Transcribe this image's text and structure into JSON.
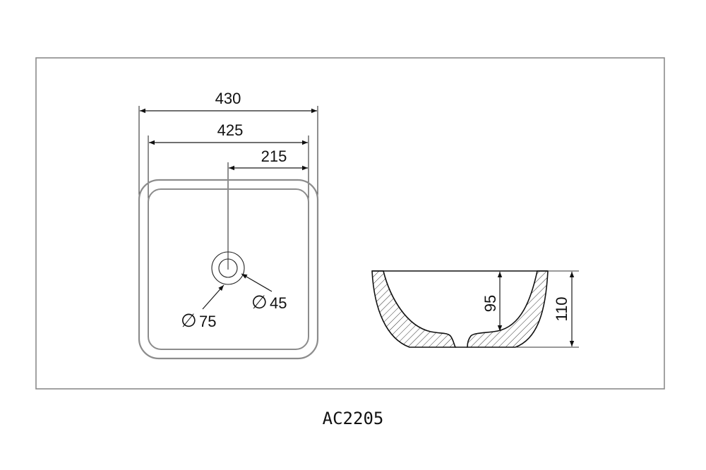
{
  "drawing": {
    "model_code": "AC2205",
    "top_view": {
      "dimensions": {
        "overall_width": "430",
        "inner_width": "425",
        "drain_offset": "215"
      },
      "drain": {
        "outer_diameter_label": "Ø75",
        "inner_diameter_label": "Ø45",
        "outer_symbol": "∅",
        "outer_value": "75",
        "inner_symbol": "∅",
        "inner_value": "45"
      }
    },
    "section_view": {
      "dimensions": {
        "inner_depth": "95",
        "overall_height": "110"
      }
    },
    "colors": {
      "frame": "#8a8a8a",
      "line": "#111111",
      "outline": "#8c8c8c",
      "background": "#ffffff"
    }
  }
}
